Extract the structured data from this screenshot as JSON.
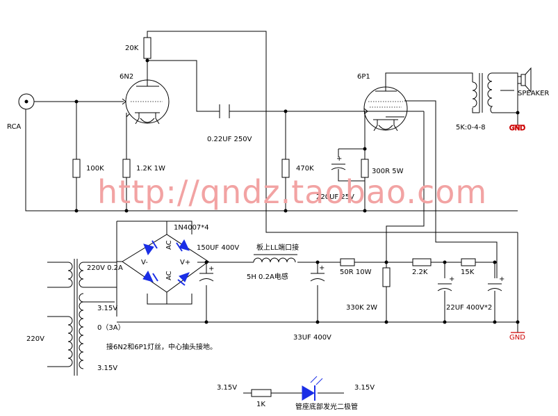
{
  "labels": {
    "rca": "RCA",
    "r_plate": "20K",
    "tube1": "6N2",
    "tube2": "6P1",
    "coupling_cap": "0.22UF 250V",
    "r_grid": "100K",
    "r_cathode1": "1.2K 1W",
    "r_grid2": "470K",
    "r_cathode2": "300R 5W",
    "cap_cathode": "220UF 25V",
    "transformer_out": "5K:0-4-8",
    "speaker": "SPEAKER",
    "gnd": "GND",
    "rectifier": "1N4007*4",
    "cap_filter1": "150UF 400V",
    "choke_note": "板上LL端口接",
    "choke": "5H 0.2A电感",
    "r_50": "50R 10W",
    "r_22k": "2.2K",
    "r_15k": "15K",
    "r_330k": "330K 2W",
    "cap_22": "22UF 400V*2",
    "cap_33": "33UF 400V",
    "tx_primary": "220V 0.2A",
    "mains": "220V",
    "heater_top": "3.15V",
    "heater_ct": "0（3A）",
    "heater_bottom": "3.15V",
    "heater_note": "接6N2和6P1灯丝，中心抽头接地。",
    "led_v_left": "3.15V",
    "led_r": "1K",
    "led_v_right": "3.15V",
    "led_note": "管座底部发光二极管",
    "bridge_ac_top": "AC",
    "bridge_ac_bottom": "AC",
    "bridge_vminus": "V-",
    "bridge_vplus": "V+",
    "plus": "+"
  },
  "watermark": "http://qndz.taobao.com",
  "colors": {
    "diode": "#1a2ee6",
    "gnd": "#cc0000",
    "watermark": "#f2a3a3"
  }
}
